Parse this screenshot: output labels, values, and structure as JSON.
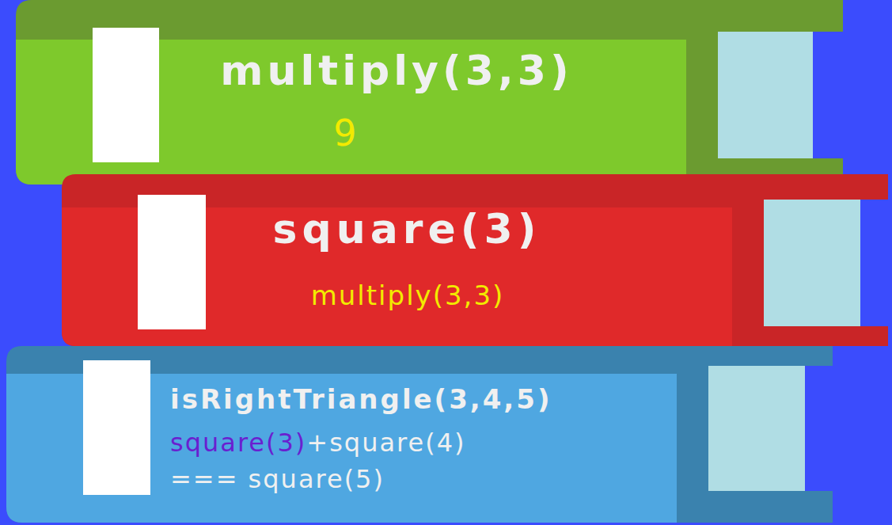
{
  "diagram": {
    "nodes": [
      {
        "text": [
          "multiply(3,3)",
          "9"
        ]
      },
      {
        "text": [
          "square(3)",
          "multiply(3,3)"
        ]
      },
      {
        "text": [
          "isRightTriangle(3,4,5)",
          "square(3)",
          "+square(4)",
          "=== square(5)"
        ]
      }
    ]
  }
}
